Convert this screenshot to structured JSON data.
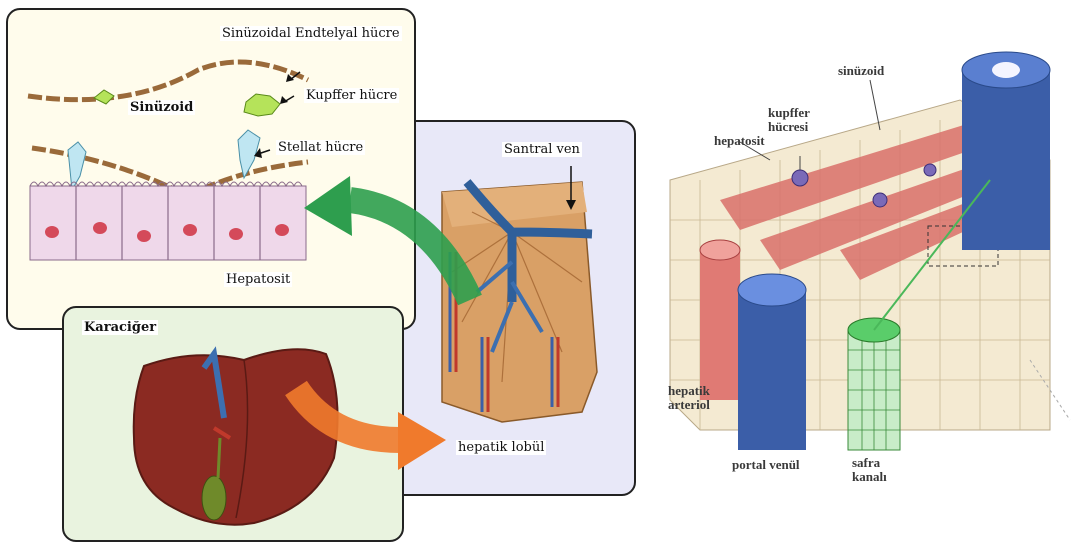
{
  "left_figure": {
    "sinuzoid_panel": {
      "title": "Sinüzoid",
      "label_endothelial": "Sinüzoidal Endtelyal hücre",
      "label_kupffer": "Kupffer hücre",
      "label_stellate": "Stellat hücre",
      "label_hepatocyte": "Hepatosit"
    },
    "lobule_panel": {
      "label_central_vein": "Santral ven",
      "label_lobule": "hepatik lobül"
    },
    "liver_panel": {
      "title": "Karaciğer"
    },
    "colors": {
      "arrow_green": "#2e9e4e",
      "arrow_orange": "#f07a2c",
      "liver_red": "#8b2a22"
    }
  },
  "right_figure": {
    "label_sinusoid": "sinüzoid",
    "label_kupffer": "kupffer hücresi",
    "label_hepatocyte": "hepatosit",
    "label_hepatic_arteriole": "hepatik arteriol",
    "label_portal_venule": "portal venül",
    "label_bile_duct": "safra kanalı"
  }
}
